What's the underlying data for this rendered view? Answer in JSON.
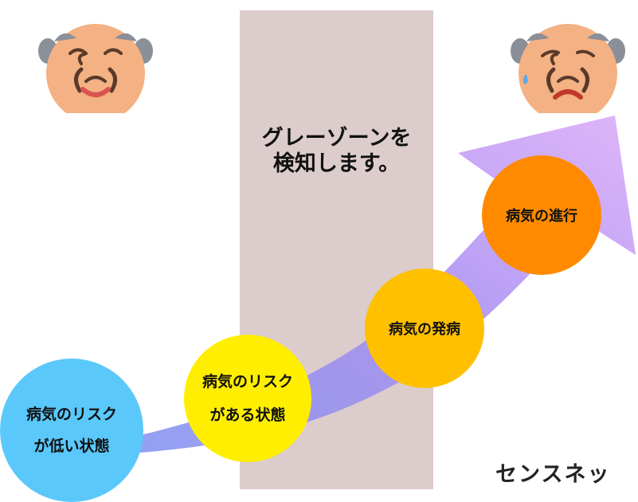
{
  "gray_zone": {
    "label": "グレーゾーンを\n検知します。",
    "color": "#dccccc"
  },
  "stages": [
    {
      "label": "病気のリスク\nが低い状態",
      "color": "#5ac8fa"
    },
    {
      "label": "病気のリスク\nがある状態",
      "color": "#ffee00"
    },
    {
      "label": "病気の発病",
      "color": "#ffc000"
    },
    {
      "label": "病気の進行",
      "color": "#ff8a00"
    }
  ],
  "faces": {
    "healthy": {
      "icon": "smiling-elderly-man-icon",
      "skin": "#f4b183"
    },
    "sick": {
      "icon": "worried-elderly-man-icon",
      "skin": "#f4b183"
    }
  },
  "arrow": {
    "icon": "progression-arrow-icon",
    "color": "#9a8cf0"
  },
  "footer": {
    "text": "センスネッ"
  }
}
